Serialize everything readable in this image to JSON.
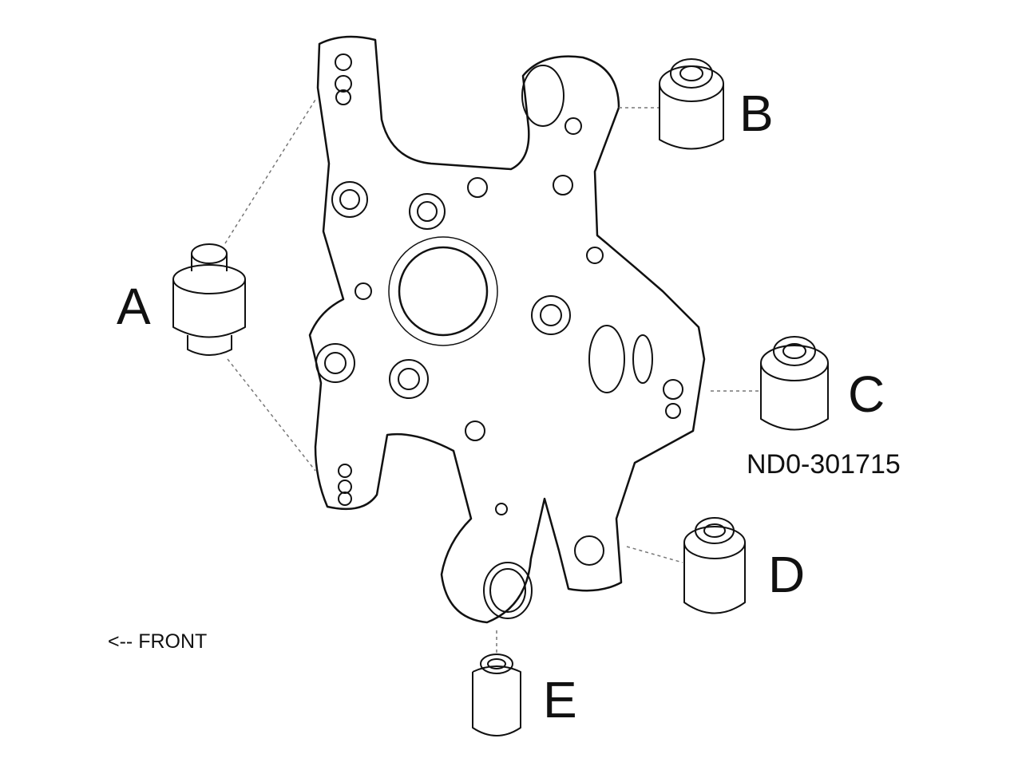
{
  "labels": {
    "a": "A",
    "b": "B",
    "c": "C",
    "d": "D",
    "e": "E"
  },
  "part_number": "ND0-301715",
  "direction_note": "<-- FRONT"
}
